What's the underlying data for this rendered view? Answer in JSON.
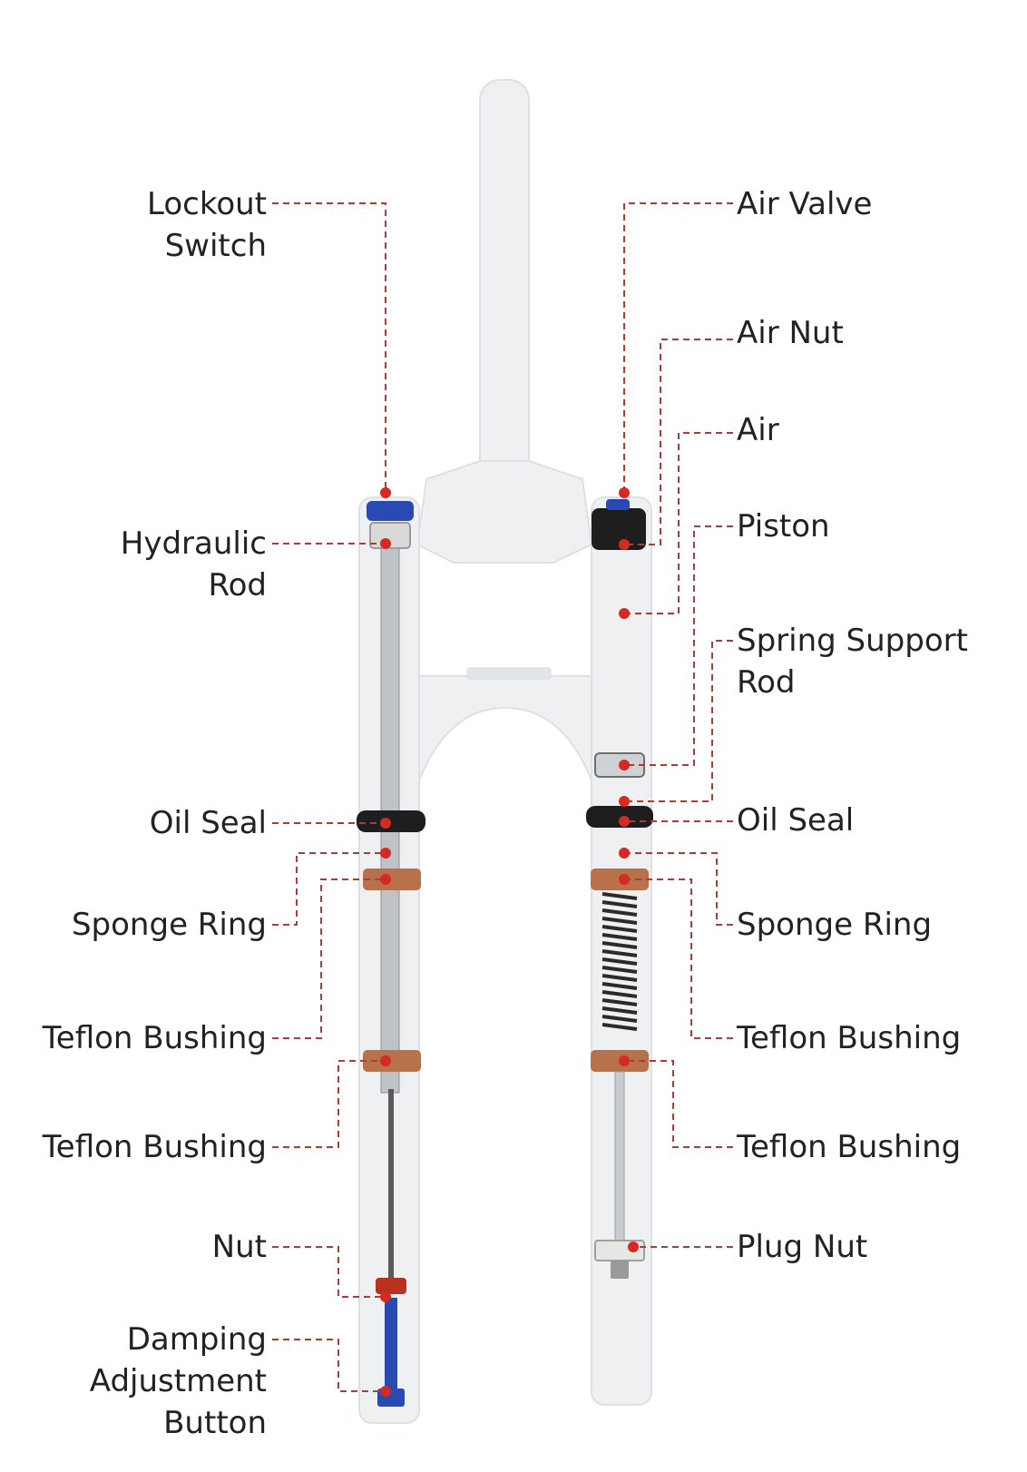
{
  "diagram": {
    "colors": {
      "leader": "#b03a36",
      "dot": "#d42a22",
      "fork_body": "#eef0f2",
      "fork_outline": "#dde1e5",
      "stanchion": "#c9ced3",
      "blue": "#2a4ab3",
      "bronze": "#b8714a",
      "black": "#1e1e1e",
      "text": "#222222"
    },
    "labels_left": [
      {
        "id": "lockout-switch",
        "lines": [
          "Lockout",
          "Switch"
        ]
      },
      {
        "id": "hydraulic-rod",
        "lines": [
          "Hydraulic",
          "Rod"
        ]
      },
      {
        "id": "oil-seal-left",
        "lines": [
          "Oil Seal"
        ]
      },
      {
        "id": "sponge-ring-left",
        "lines": [
          "Sponge Ring"
        ]
      },
      {
        "id": "teflon-bushing-left-upper",
        "lines": [
          "Teflon Bushing"
        ]
      },
      {
        "id": "teflon-bushing-left-lower",
        "lines": [
          "Teflon Bushing"
        ]
      },
      {
        "id": "nut",
        "lines": [
          "Nut"
        ]
      },
      {
        "id": "damping-adjustment-button",
        "lines": [
          "Damping",
          "Adjustment",
          "Button"
        ]
      }
    ],
    "labels_right": [
      {
        "id": "air-valve",
        "lines": [
          "Air Valve"
        ]
      },
      {
        "id": "air-nut",
        "lines": [
          "Air Nut"
        ]
      },
      {
        "id": "air",
        "lines": [
          "Air"
        ]
      },
      {
        "id": "piston",
        "lines": [
          "Piston"
        ]
      },
      {
        "id": "spring-support-rod",
        "lines": [
          "Spring Support",
          "Rod"
        ]
      },
      {
        "id": "oil-seal-right",
        "lines": [
          "Oil Seal"
        ]
      },
      {
        "id": "sponge-ring-right",
        "lines": [
          "Sponge Ring"
        ]
      },
      {
        "id": "teflon-bushing-right-upper",
        "lines": [
          "Teflon Bushing"
        ]
      },
      {
        "id": "teflon-bushing-right-lower",
        "lines": [
          "Teflon Bushing"
        ]
      },
      {
        "id": "plug-nut",
        "lines": [
          "Plug Nut"
        ]
      }
    ]
  }
}
